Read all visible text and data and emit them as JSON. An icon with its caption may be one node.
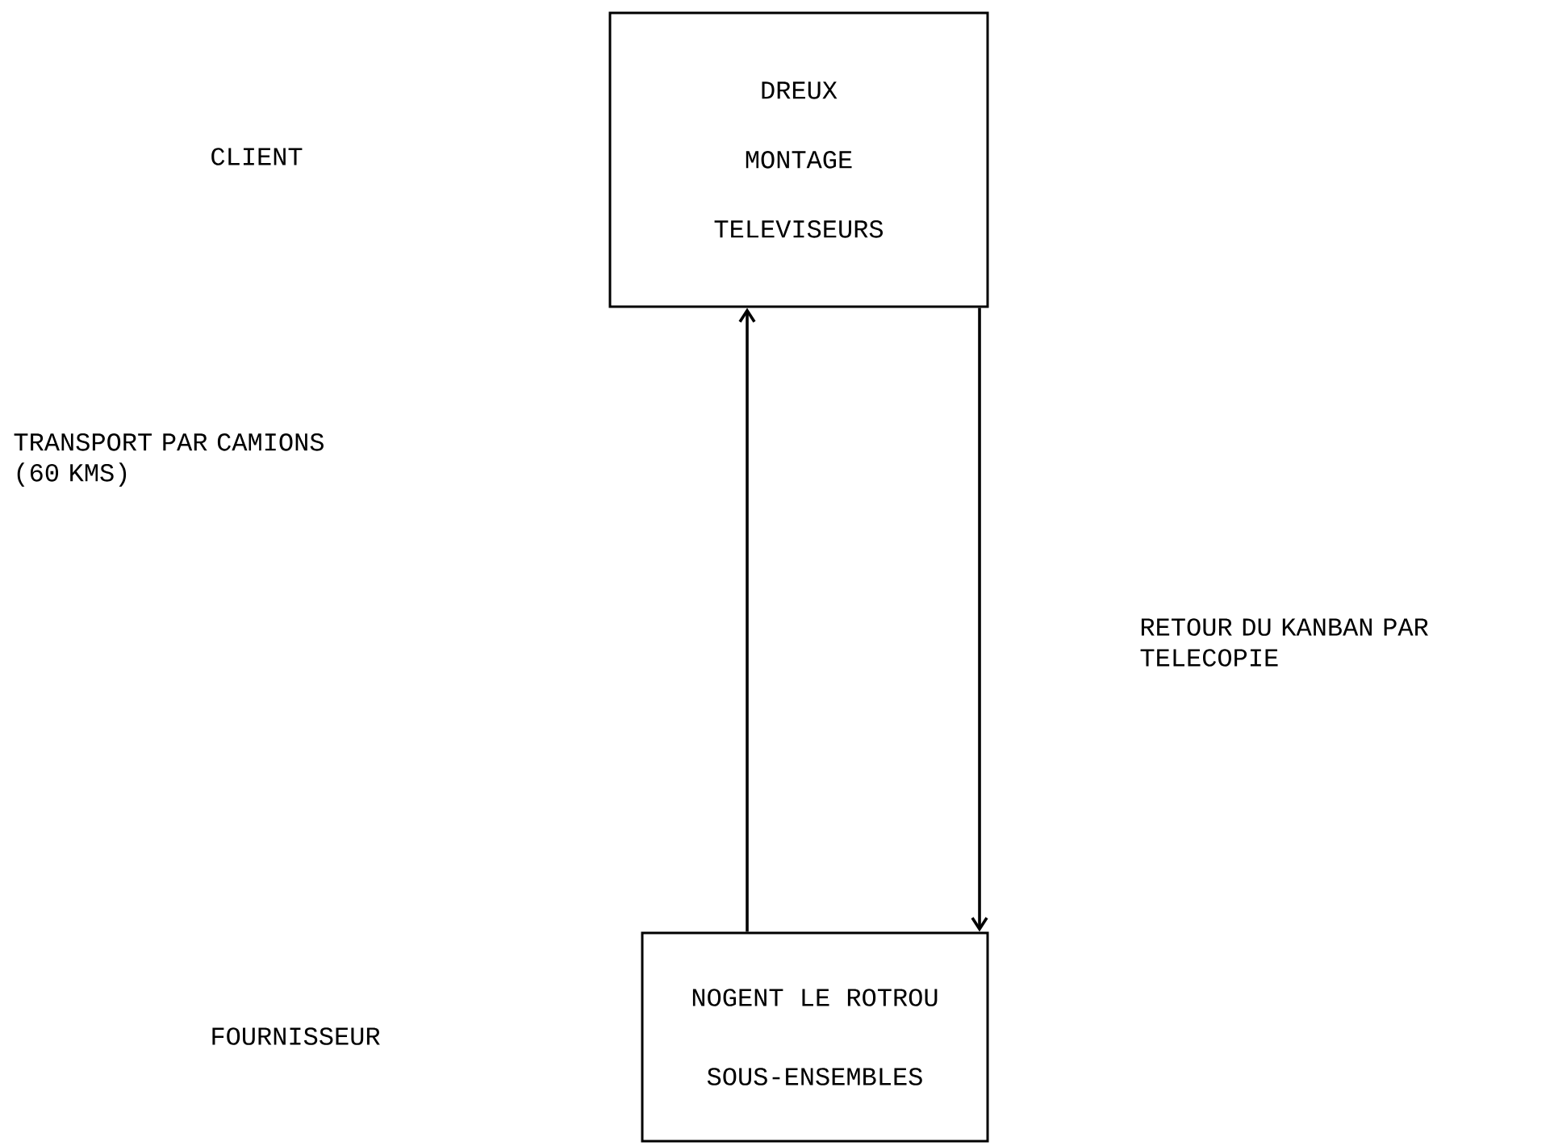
{
  "diagram": {
    "nodes": [
      {
        "text": [
          "DREUX",
          "MONTAGE",
          "TELEVISEURS"
        ]
      },
      {
        "text": [
          "NOGENT LE ROTROU",
          "SOUS-ENSEMBLES"
        ]
      }
    ],
    "edges": [
      {
        "from": 1,
        "to": 0,
        "arrow": "to"
      },
      {
        "from": 0,
        "to": 1,
        "arrow": "to"
      }
    ],
    "labels": [
      "CLIENT",
      "TRANSPORT PAR CAMIONS (60 KMS)",
      "RETOUR DU KANBAN PAR TELECOPIE",
      "FOURNISSEUR"
    ]
  }
}
